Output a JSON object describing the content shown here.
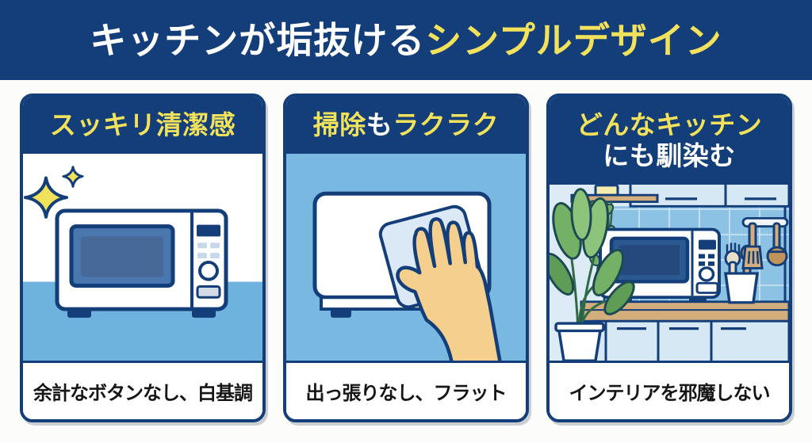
{
  "header": {
    "title_white": "キッチンが垢抜ける",
    "title_yellow": "シンプルデザイン"
  },
  "panels": [
    {
      "heading_parts": [
        {
          "text": "スッキリ清潔感",
          "color_class": "seg seg-yellow"
        }
      ],
      "caption": "余計なボタンなし、白基調",
      "illustration": "white microwave with sparkles on blue counter"
    },
    {
      "heading_parts": [
        {
          "text": "掃除",
          "color_class": "seg seg-yellow"
        },
        {
          "text": "も",
          "color_class": "seg seg-white"
        },
        {
          "text": "ラクラク",
          "color_class": "seg seg-yellow"
        }
      ],
      "caption": "出っ張りなし、フラット",
      "illustration": "hand wiping flat microwave door with cloth"
    },
    {
      "heading_lines": [
        {
          "text": "どんなキッチン",
          "color_class": "seg seg-yellow"
        },
        {
          "text": "にも馴染む",
          "color_class": "seg seg-white"
        }
      ],
      "caption": "インテリアを邪魔しない",
      "illustration": "microwave in tiled kitchen with plants and utensils"
    }
  ],
  "colors": {
    "page_bg": "#fcfcfa",
    "navy": "#133e79",
    "yellow": "#f2e25b",
    "caption_text": "#161616",
    "band": "#6db3de",
    "panel2_bg": "#79b9e1",
    "glass": "#4a77ae",
    "glass_inner": "#46699a",
    "btn_light": "#c6d8ea",
    "btn_gray": "#d3dce6",
    "cloth": "#dbe9f6",
    "skin": "#f4cf8e",
    "wall": "#dcebf6",
    "tile": "#8cc2e4",
    "grout": "#c3def1",
    "cabinet": "#d7e8f5",
    "wood": "#d3ae7c",
    "wood_dark": "#c09459",
    "leaf": "#74b066",
    "leaf_light": "#8cc47c",
    "leaf_dark": "#5f9c55",
    "leaf_outline": "#1d4a52",
    "stem": "#2e6b44",
    "glass3": "#2a5890",
    "glass3_inner": "#24497c",
    "fork": "#e9dec7",
    "rail": "#eef4fa",
    "pot_yellow": "#f3ecad"
  }
}
